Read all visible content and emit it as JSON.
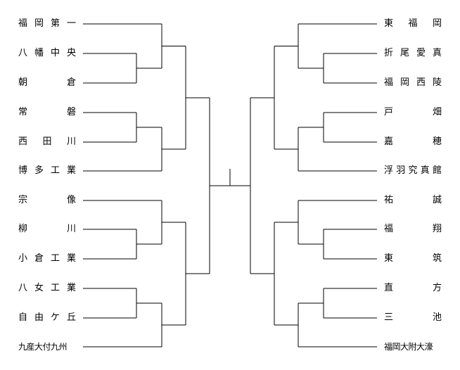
{
  "bracket": {
    "left_teams": [
      "福岡第一",
      "八幡中央",
      "朝倉",
      "常磐",
      "西田川",
      "博多工業",
      "宗像",
      "柳川",
      "小倉工業",
      "八女工業",
      "自由ケ丘",
      "九産大付九州"
    ],
    "right_teams": [
      "東福岡",
      "折尾愛真",
      "福岡西陵",
      "戸畑",
      "嘉穂",
      "浮羽究真館",
      "祐誠",
      "福翔",
      "東筑",
      "直方",
      "三池",
      "福岡大附大濠"
    ]
  }
}
